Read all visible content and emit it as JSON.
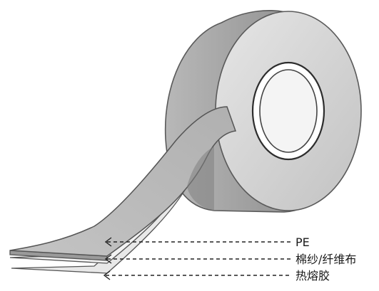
{
  "diagram": {
    "colors": {
      "tape_surface": "#d6d6d6",
      "tape_surface_dark": "#a9a9a9",
      "tape_edge": "#8f8f8f",
      "core_fill": "#f2f2f2",
      "outline": "#5a5a5a"
    },
    "layers": [
      {
        "id": "pe",
        "label": "PE"
      },
      {
        "id": "cloth",
        "label": "棉纱/纤维布"
      },
      {
        "id": "adhesive",
        "label": "热熔胶"
      }
    ]
  }
}
